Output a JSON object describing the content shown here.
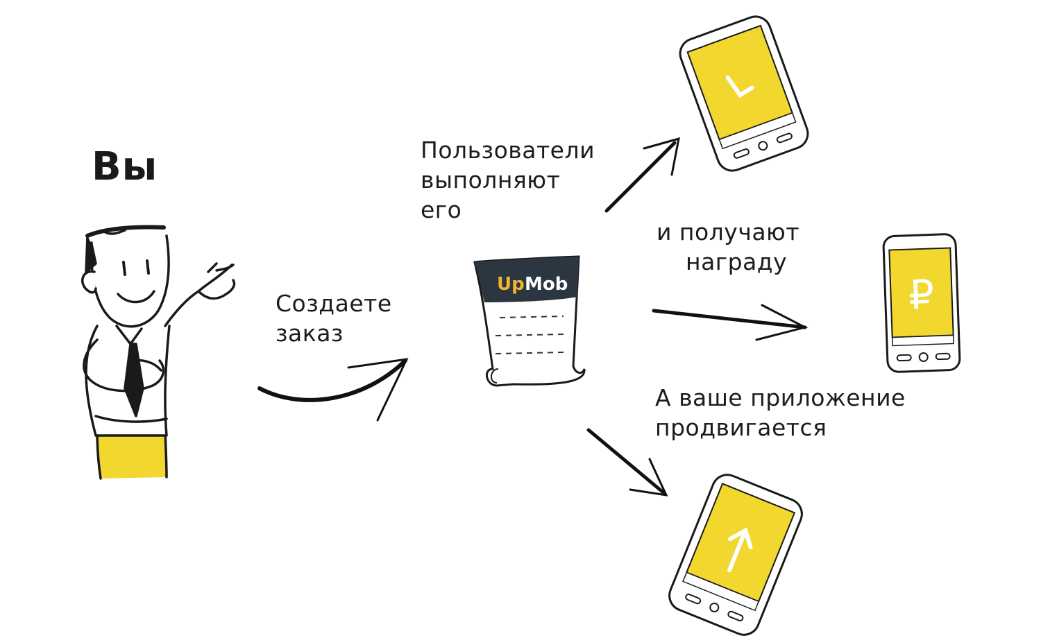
{
  "you_label": "Вы",
  "step_create": [
    "Создаете",
    "заказ"
  ],
  "step_users": [
    "Пользователи",
    "выполняют",
    "его"
  ],
  "step_reward": [
    "и получают",
    "награду"
  ],
  "step_promote": [
    "А ваше приложение",
    "продвигается"
  ],
  "order_doc": {
    "brand_up": "Up",
    "brand_mob": "Mob"
  },
  "phones": [
    {
      "screen_icon": "checkmark-icon"
    },
    {
      "screen_icon": "ruble-icon",
      "screen_text": "₽"
    },
    {
      "screen_icon": "arrow-up-icon"
    }
  ],
  "colors": {
    "accent_yellow": "#f2d72e",
    "ink": "#1a1a1a",
    "doc_header": "#2b3640",
    "brand_up": "#f2b52e"
  }
}
